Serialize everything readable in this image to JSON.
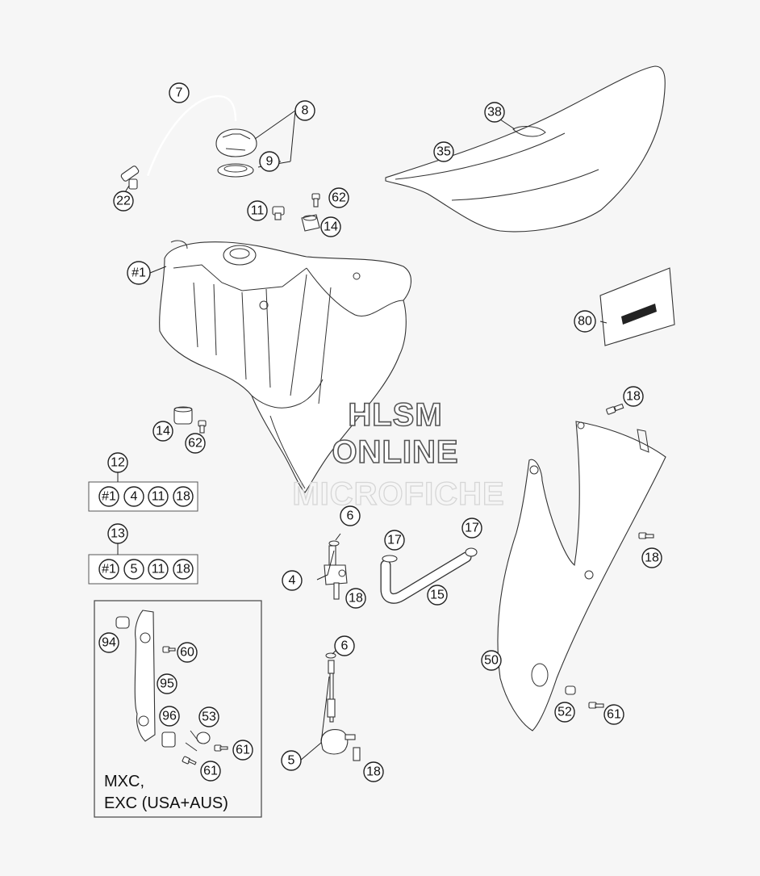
{
  "watermark": {
    "line1": "HLSM",
    "line2": "ONLINE",
    "line3": "MICROFICHE"
  },
  "callouts": {
    "c7": "7",
    "c8": "8",
    "c9": "9",
    "c22": "22",
    "c38": "38",
    "c35": "35",
    "c11a": "11",
    "c62a": "62",
    "c14a": "14",
    "c1": "#1",
    "c80": "80",
    "c18a": "18",
    "c14b": "14",
    "c62b": "62",
    "c12": "12",
    "c13": "13",
    "c6a": "6",
    "c4": "4",
    "c18b": "18",
    "c17a": "17",
    "c17b": "17",
    "c15": "15",
    "c18c": "18",
    "c94": "94",
    "c60": "60",
    "c95": "95",
    "c96": "96",
    "c53": "53",
    "c61a": "61",
    "c61b": "61",
    "c6b": "6",
    "c5": "5",
    "c18d": "18",
    "c50": "50",
    "c52": "52",
    "c61c": "61"
  },
  "kit12": [
    "#1",
    "4",
    "11",
    "18"
  ],
  "kit13": [
    "#1",
    "5",
    "11",
    "18"
  ],
  "box_note": {
    "line1": "MXC,",
    "line2": "EXC (USA+AUS)"
  }
}
